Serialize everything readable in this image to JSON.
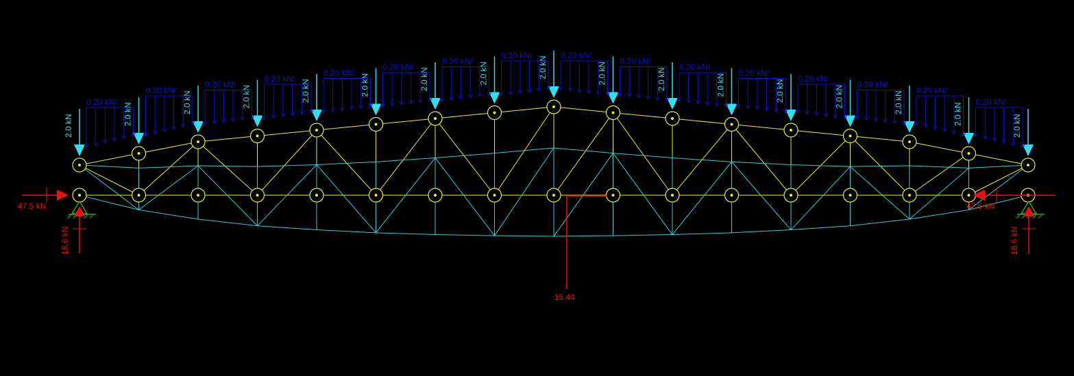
{
  "colors": {
    "background": "#000000",
    "truss": "#f0f020",
    "deflected": "#30d0d8",
    "point_load": "#30e0f0",
    "distributed_load": "#1010c8",
    "reaction": "#ee1010",
    "support": "#22aa22"
  },
  "loads": {
    "point_label": "2.0 kN",
    "distributed_label": "0.20 kN/"
  },
  "reactions": {
    "horizontal_left": "47.5 kN",
    "horizontal_right": "47.5 kN",
    "vertical_left": "18.6 kN",
    "vertical_right": "18.6 kN"
  },
  "deflection": {
    "max_label": "15.44",
    "values": [
      0.0,
      5.5,
      9.0,
      11.5,
      13.0,
      14.1,
      14.8,
      15.2,
      15.44,
      15.2,
      14.8,
      14.1,
      13.0,
      11.5,
      9.0,
      5.5,
      0.0
    ],
    "scale": 0.0054
  },
  "structure": {
    "panels": 16,
    "top_chord_rise": [
      0,
      0.5,
      1.0,
      1.25,
      1.5,
      1.75,
      2.0,
      2.25,
      2.5,
      2.25,
      2.0,
      1.75,
      1.5,
      1.25,
      1.0,
      0.5,
      0
    ],
    "icons": {
      "node": "node-circle-icon",
      "point_load": "arrow-down-icon",
      "reaction": "triangle-arrow-icon",
      "support": "pin-support-icon"
    }
  }
}
